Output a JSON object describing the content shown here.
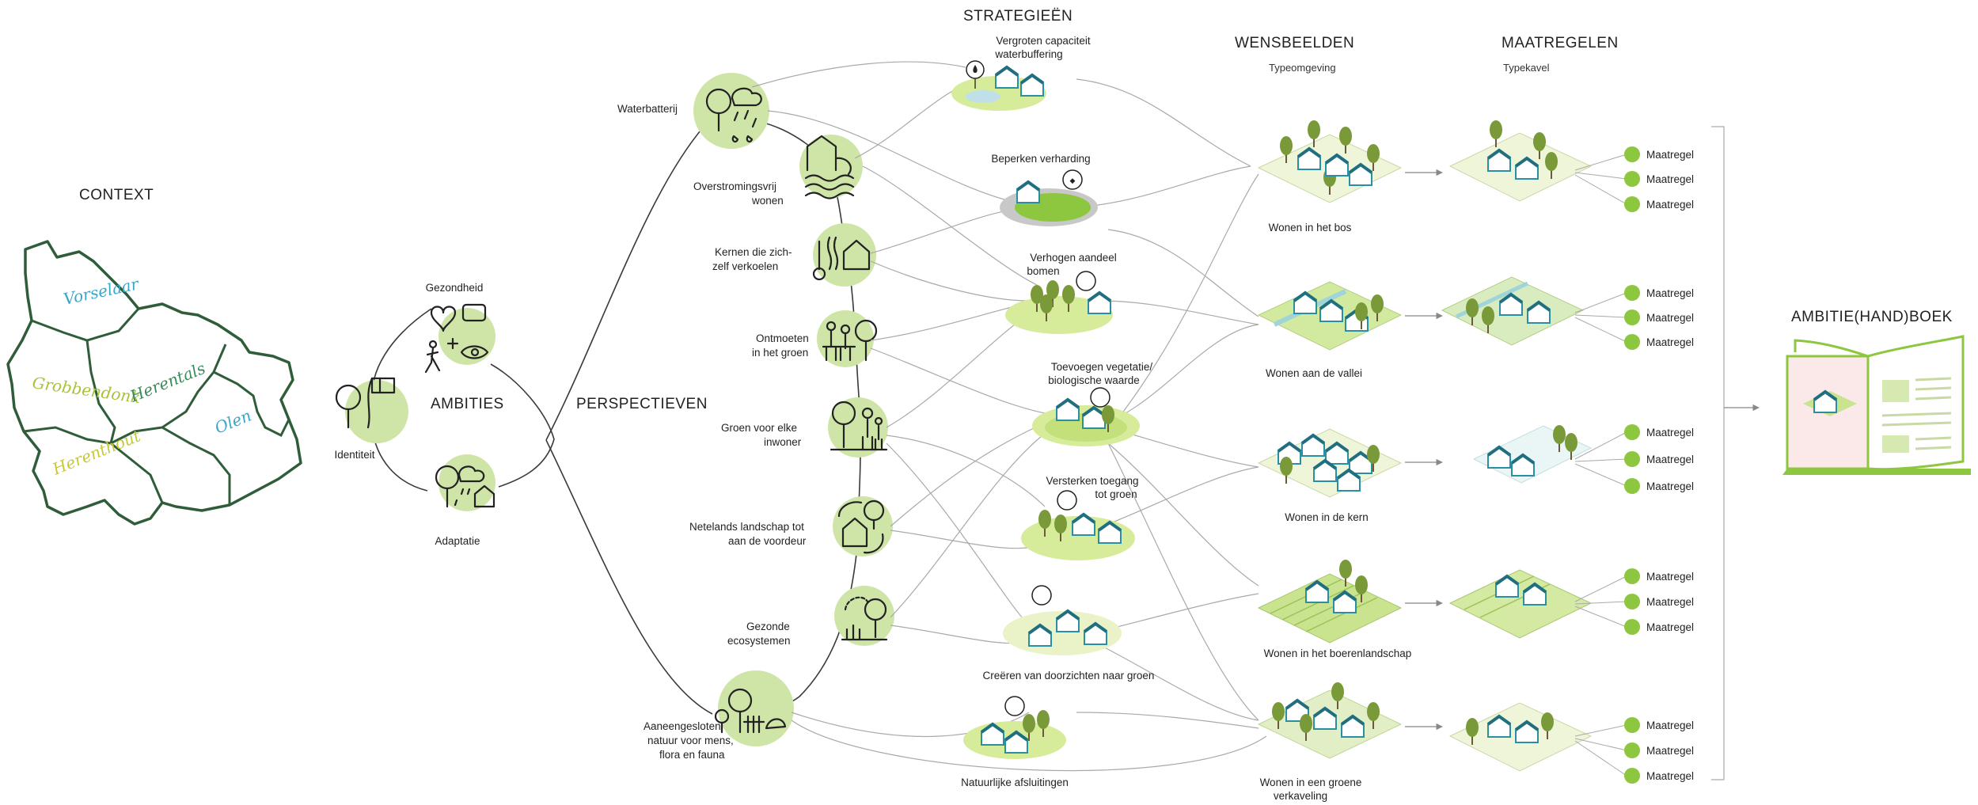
{
  "headings": {
    "context": "CONTEXT",
    "ambities": "AMBITIES",
    "perspectieven": "PERSPECTIEVEN",
    "strategieen": "STRATEGIEËN",
    "wensbeelden": "WENSBEELDEN",
    "wensbeelden_sub": "Typeomgeving",
    "maatregelen": "MAATREGELEN",
    "maatregelen_sub": "Typekavel",
    "handboek": "AMBITIE(HAND)BOEK"
  },
  "context_map": {
    "areas": [
      "Vorselaar",
      "Grobbendonk",
      "Herentals",
      "Olen",
      "Herenthout"
    ],
    "colors": {
      "Vorselaar": "#3aa6c8",
      "Grobbendonk": "#a8c23a",
      "Herentals": "#3b8a5a",
      "Olen": "#3aa6c8",
      "Herenthout": "#c8c83a"
    }
  },
  "ambities": {
    "gezondheid": "Gezondheid",
    "identiteit": "Identiteit",
    "adaptatie": "Adaptatie"
  },
  "perspectieven": {
    "p1": "Waterbatterij",
    "p2a": "Overstromingsvrij",
    "p2b": "wonen",
    "p3a": "Kernen die zich-",
    "p3b": "zelf verkoelen",
    "p4a": "Ontmoeten",
    "p4b": "in het groen",
    "p5a": "Groen voor elke",
    "p5b": "inwoner",
    "p6a": "Netelands landschap tot",
    "p6b": "aan de voordeur",
    "p7a": "Gezonde",
    "p7b": "ecosystemen",
    "p8a": "Aaneengesloten",
    "p8b": "natuur voor mens,",
    "p8c": "flora en fauna"
  },
  "strategieen": {
    "s1a": "Vergroten capaciteit",
    "s1b": "waterbuffering",
    "s2": "Beperken verharding",
    "s3a": "Verhogen aandeel",
    "s3b": "bomen",
    "s4a": "Toevoegen vegetatie/",
    "s4b": "biologische waarde",
    "s5a": "Versterken toegang",
    "s5b": "tot groen",
    "s6": "Creëren van doorzichten naar groen",
    "s7": "Natuurlijke afsluitingen"
  },
  "wensbeelden": {
    "w1": "Wonen in het bos",
    "w2": "Wonen aan de vallei",
    "w3": "Wonen in de kern",
    "w4": "Wonen in het boerenlandschap",
    "w5a": "Wonen in een groene",
    "w5b": "verkaveling"
  },
  "maatregel_label": "Maatregel",
  "colors": {
    "accent_green": "#8dc63f",
    "light_green": "#d6e9b0",
    "teal": "#2a8fa0",
    "dark_green": "#2f5d3a"
  }
}
